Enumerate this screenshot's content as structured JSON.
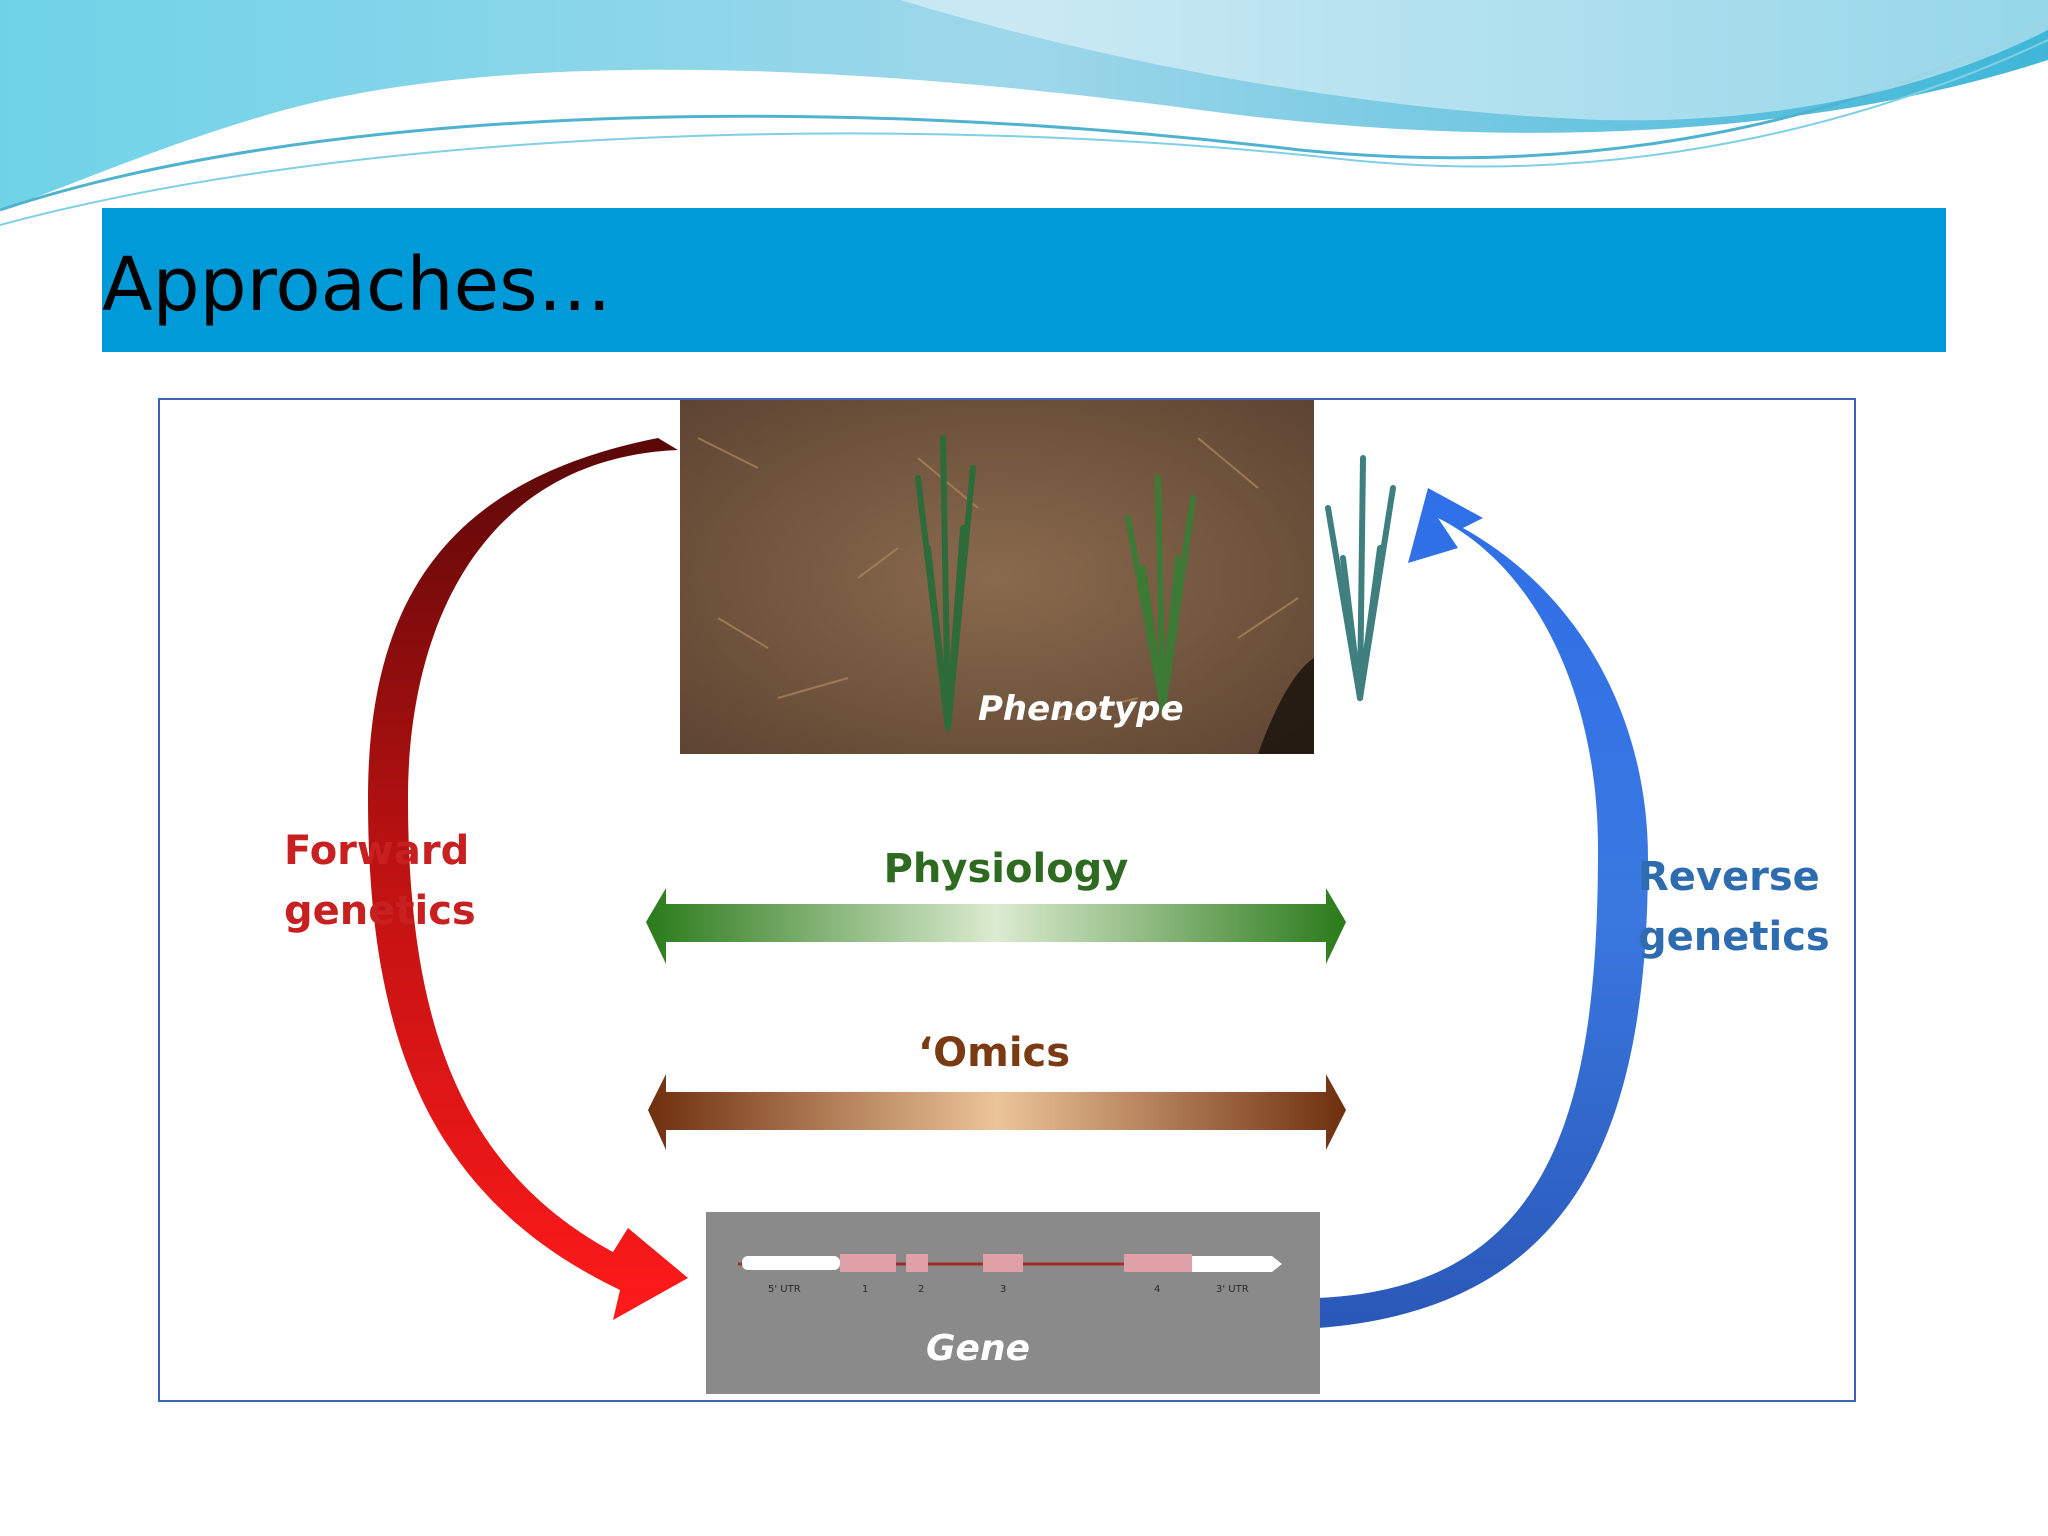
{
  "slide": {
    "title": "Approaches…"
  },
  "diagram": {
    "phenotype_label": "Phenotype",
    "gene_label": "Gene",
    "forward_label_line1": "Forward",
    "forward_label_line2": "genetics",
    "reverse_label_line1": "Reverse",
    "reverse_label_line2": "genetics",
    "physiology_label": "Physiology",
    "omics_label": "‘Omics",
    "gene_map_labels": [
      "5' UTR",
      "1",
      "2",
      "3",
      "4",
      "3' UTR"
    ],
    "colors": {
      "title_bar": "#009ad8",
      "forward_red": "#e01010",
      "forward_dark": "#6e0a0a",
      "reverse_blue": "#2f6fdc",
      "physiology_green": "#2e7d1e",
      "omics_brown": "#7a3a12",
      "gene_box": "#8a8a8a"
    }
  }
}
